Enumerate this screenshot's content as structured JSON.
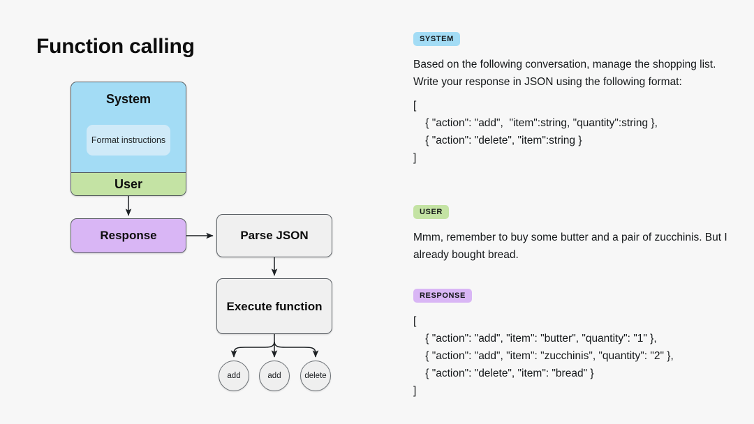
{
  "title": "Function calling",
  "diagram": {
    "system_box": {
      "system_label": "System",
      "format_instructions_label": "Format\ninstructions",
      "user_label": "User"
    },
    "response_box_label": "Response",
    "parse_json_box_label": "Parse JSON",
    "execute_function_box_label": "Execute\nfunction",
    "leaves": [
      {
        "label": "add"
      },
      {
        "label": "add"
      },
      {
        "label": "delete"
      }
    ],
    "colors": {
      "system": "#a3dcf5",
      "format_instructions": "#cfeaf8",
      "user": "#c4e3a4",
      "response": "#d9b6f5",
      "neutral_box": "#f0f0f0",
      "leaf_circle": "#efefef",
      "border": "#5c6166",
      "background": "#f7f7f7"
    }
  },
  "conversation": [
    {
      "role_badge": "SYSTEM",
      "text": "Based on the following conversation, manage the shopping list. Write your response in JSON using the following format:",
      "code": "[\n    { \"action\": \"add\",  \"item\":string, \"quantity\":string },\n    { \"action\": \"delete\", \"item\":string }\n]"
    },
    {
      "role_badge": "USER",
      "text": "Mmm, remember to buy some butter and a pair of zucchinis. But I already bought bread.",
      "code": ""
    },
    {
      "role_badge": "RESPONSE",
      "text": "",
      "code": "[\n    { \"action\": \"add\", \"item\": \"butter\", \"quantity\": \"1\" },\n    { \"action\": \"add\", \"item\": \"zucchinis\", \"quantity\": \"2\" },\n    { \"action\": \"delete\", \"item\": \"bread\" }\n]"
    }
  ]
}
